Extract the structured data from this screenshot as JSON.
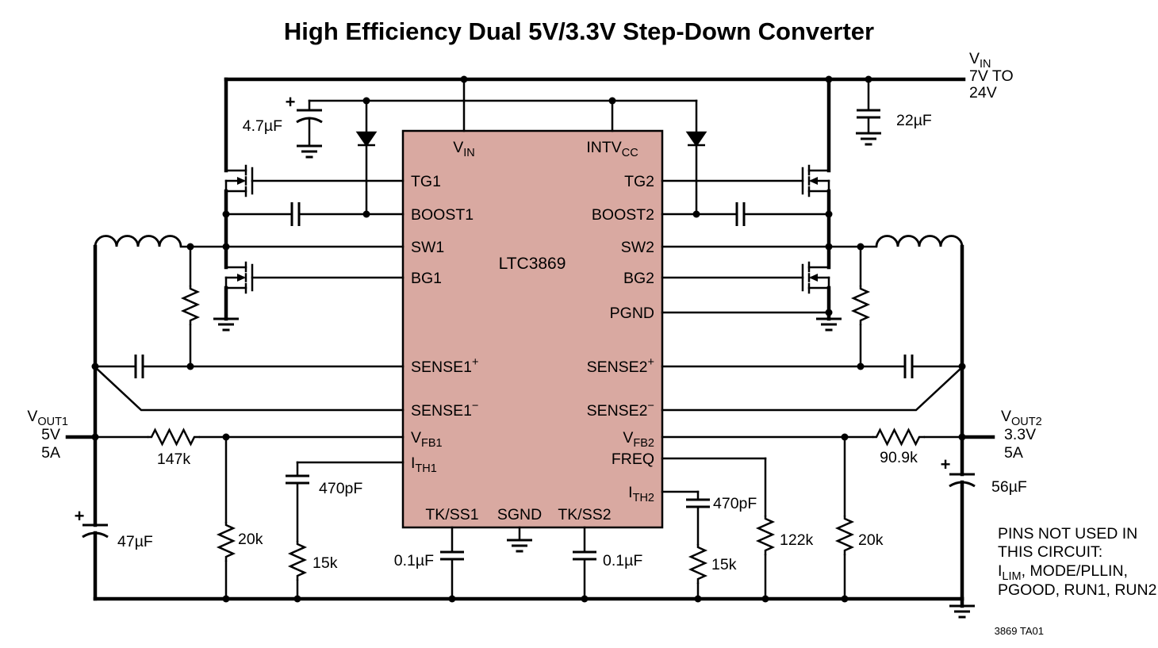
{
  "title": "High Efficiency Dual 5V/3.3V Step-Down Converter",
  "colors": {
    "ic_fill": "#d9a9a1",
    "wire": "#000000",
    "background": "#ffffff"
  },
  "ic": {
    "name": "LTC3869",
    "pins": {
      "vin": {
        "main": "V",
        "sub": "IN"
      },
      "intvcc": {
        "main": "INTV",
        "sub": "CC"
      },
      "tg1": "TG1",
      "boost1": "BOOST1",
      "sw1": "SW1",
      "bg1": "BG1",
      "sense1_plus": {
        "main": "SENSE1",
        "sup": "+"
      },
      "sense1_minus": {
        "main": "SENSE1",
        "sup": "−"
      },
      "vfb1": {
        "main": "V",
        "sub": "FB1"
      },
      "ith1": {
        "main": "I",
        "sub": "TH1"
      },
      "tkss1": "TK/SS1",
      "sgnd": "SGND",
      "tkss2": "TK/SS2",
      "tg2": "TG2",
      "boost2": "BOOST2",
      "sw2": "SW2",
      "bg2": "BG2",
      "pgnd": "PGND",
      "sense2_plus": {
        "main": "SENSE2",
        "sup": "+"
      },
      "sense2_minus": {
        "main": "SENSE2",
        "sup": "−"
      },
      "vfb2": {
        "main": "V",
        "sub": "FB2"
      },
      "freq": "FREQ",
      "ith2": {
        "main": "I",
        "sub": "TH2"
      }
    }
  },
  "supply": {
    "name": {
      "main": "V",
      "sub": "IN"
    },
    "range_line1": "7V TO",
    "range_line2": "24V"
  },
  "outputs": {
    "out1": {
      "name": {
        "main": "V",
        "sub": "OUT1"
      },
      "voltage": "5V",
      "current": "5A"
    },
    "out2": {
      "name": {
        "main": "V",
        "sub": "OUT2"
      },
      "voltage": "3.3V",
      "current": "5A"
    }
  },
  "components": {
    "polarity_plus": "+",
    "c_intvcc": "4.7µF",
    "c_in": "22µF",
    "r_fb1_top": "147k",
    "r_fb1_bottom": "20k",
    "c_ith1": "470pF",
    "r_ith1": "15k",
    "c_ss1": "0.1µF",
    "c_ss2": "0.1µF",
    "c_ith2": "470pF",
    "r_ith2": "15k",
    "r_freq": "122k",
    "r_fb2_bottom": "20k",
    "r_fb2_top": "90.9k",
    "c_out1": "47µF",
    "c_out2": "56µF"
  },
  "note": {
    "line1": "PINS NOT USED IN",
    "line2": "THIS CIRCUIT:",
    "line3_pre": {
      "main": "I",
      "sub": "LIM"
    },
    "line3_rest": ", MODE/PLLIN,",
    "line4": "PGOOD, RUN1, RUN2"
  },
  "footnote": "3869 TA01"
}
